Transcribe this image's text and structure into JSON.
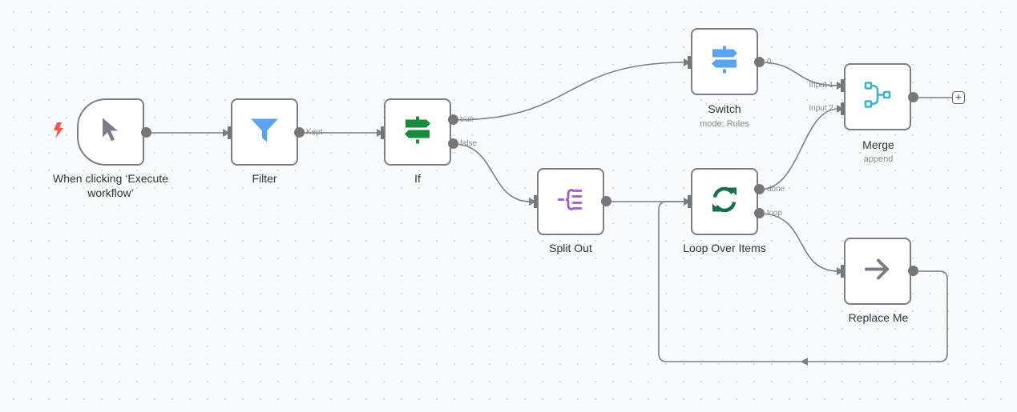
{
  "nodes": {
    "trigger": {
      "label": "When clicking ‘Execute workflow’",
      "icon": "cursor-icon",
      "trigger_icon": "lightning-bolt-icon"
    },
    "filter": {
      "label": "Filter",
      "icon": "funnel-icon",
      "output": "Kept"
    },
    "if": {
      "label": "If",
      "icon": "signpost-icon",
      "outputs": [
        "true",
        "false"
      ]
    },
    "switch": {
      "label": "Switch",
      "subtitle": "mode: Rules",
      "icon": "signpost-icon",
      "outputs": [
        "0"
      ]
    },
    "merge": {
      "label": "Merge",
      "subtitle": "append",
      "icon": "merge-icon",
      "inputs": [
        "Input 1",
        "Input 2"
      ]
    },
    "split_out": {
      "label": "Split Out",
      "icon": "split-out-icon"
    },
    "loop": {
      "label": "Loop Over Items",
      "icon": "sync-arrows-icon",
      "outputs": [
        "done",
        "loop"
      ]
    },
    "replace": {
      "label": "Replace Me",
      "icon": "arrow-right-icon"
    }
  },
  "add_button": "+",
  "colors": {
    "filter_icon": "#5aa3f0",
    "if_icon": "#1a8a3c",
    "switch_icon": "#5aa3f0",
    "merge_icon": "#3ab5c4",
    "split_icon": "#9b5fc7",
    "loop_icon": "#1a6e54",
    "trigger_bolt": "#f5574a",
    "edge": "#7d7d87"
  }
}
